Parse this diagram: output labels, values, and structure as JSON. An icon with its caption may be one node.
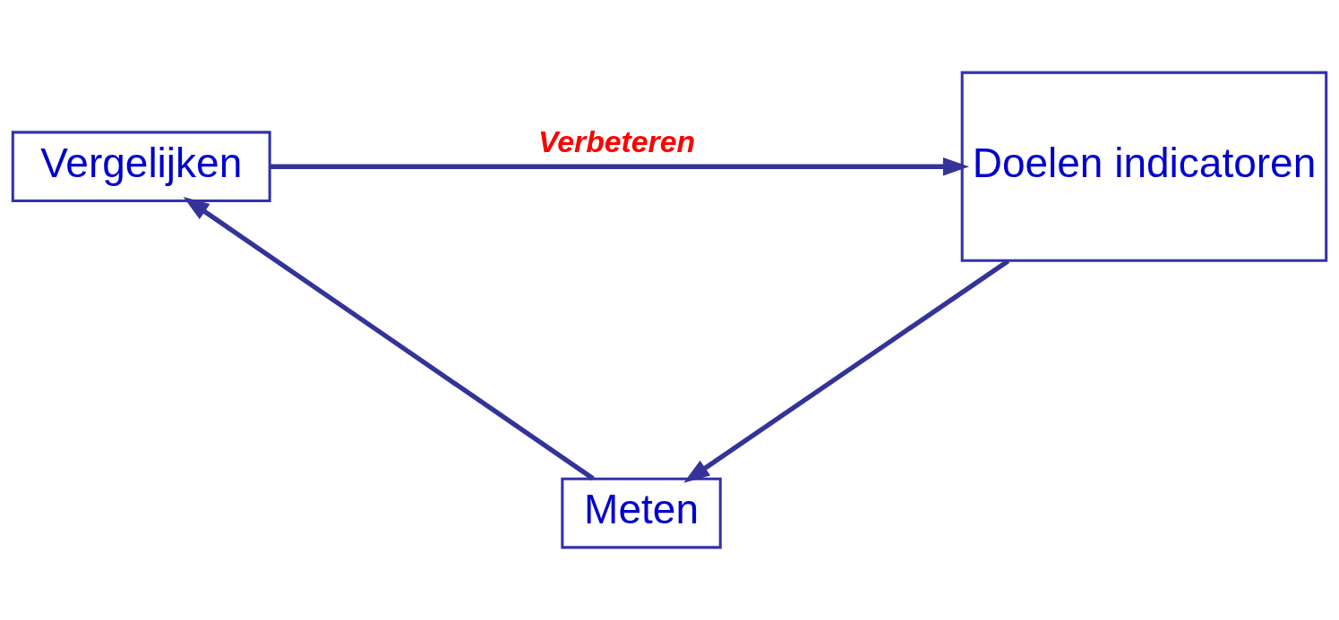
{
  "diagram": {
    "nodes": [
      {
        "text": [
          "Doelen indicatoren"
        ]
      },
      {
        "text": [
          "Vergelijken"
        ]
      },
      {
        "text": [
          "Meten"
        ]
      }
    ],
    "edges": [
      {
        "from": 1,
        "to": 0,
        "arrow": "to",
        "label": "Verbeteren"
      },
      {
        "from": 0,
        "to": 2,
        "arrow": "to"
      },
      {
        "from": 2,
        "to": 1,
        "arrow": "to"
      }
    ]
  }
}
